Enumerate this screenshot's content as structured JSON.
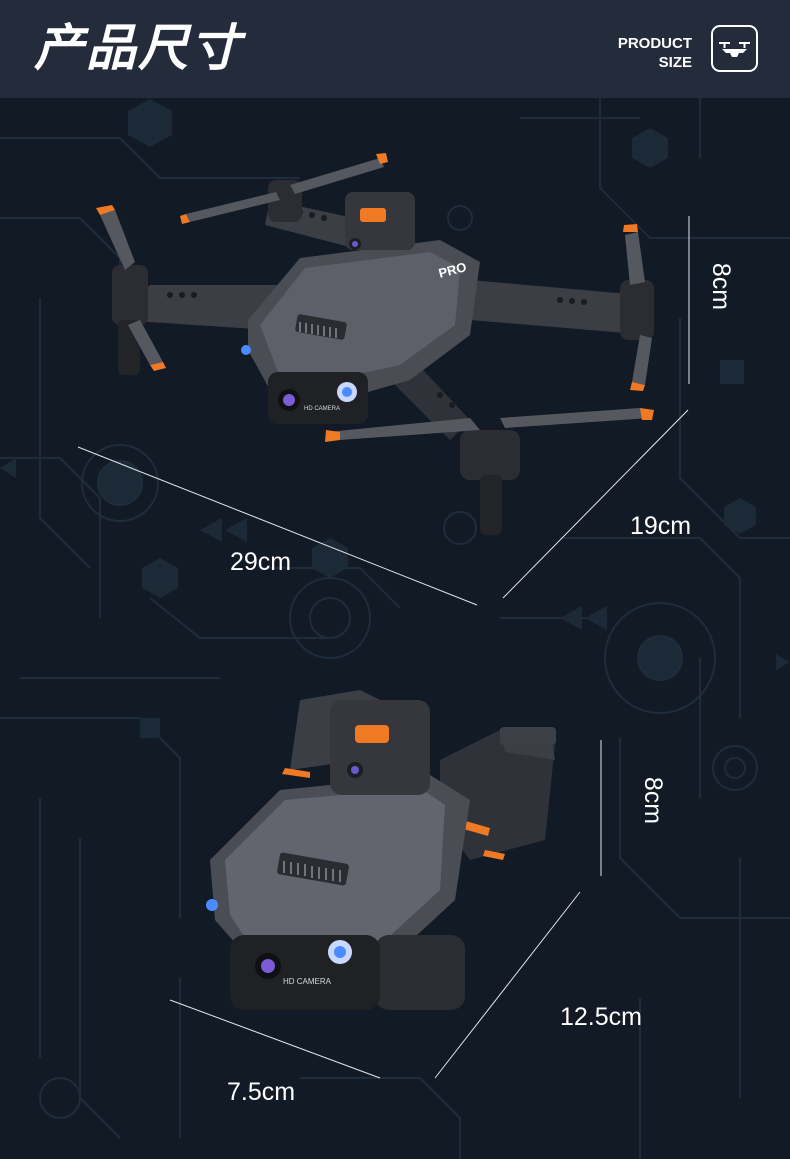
{
  "header": {
    "title": "产品尺寸",
    "product_line1": "PRODUCT",
    "product_line2": "SIZE",
    "icon": "drone-icon",
    "accent_color": "#e8792a",
    "background_color": "#242b3b"
  },
  "drone_top": {
    "width_label": "29cm",
    "depth_label": "19cm",
    "height_label": "8cm",
    "camera_text": "HD CAMERA",
    "brand_mark": "PRO"
  },
  "drone_folded": {
    "width_label": "7.5cm",
    "depth_label": "12.5cm",
    "height_label": "8cm",
    "camera_text": "HD CAMERA"
  },
  "colors": {
    "page_background": "#121a26",
    "circuit_lines": "#1f2c3b",
    "drone_body": "#4a4d54",
    "propeller_tip": "#f07a24",
    "led": "#4a8cff"
  }
}
